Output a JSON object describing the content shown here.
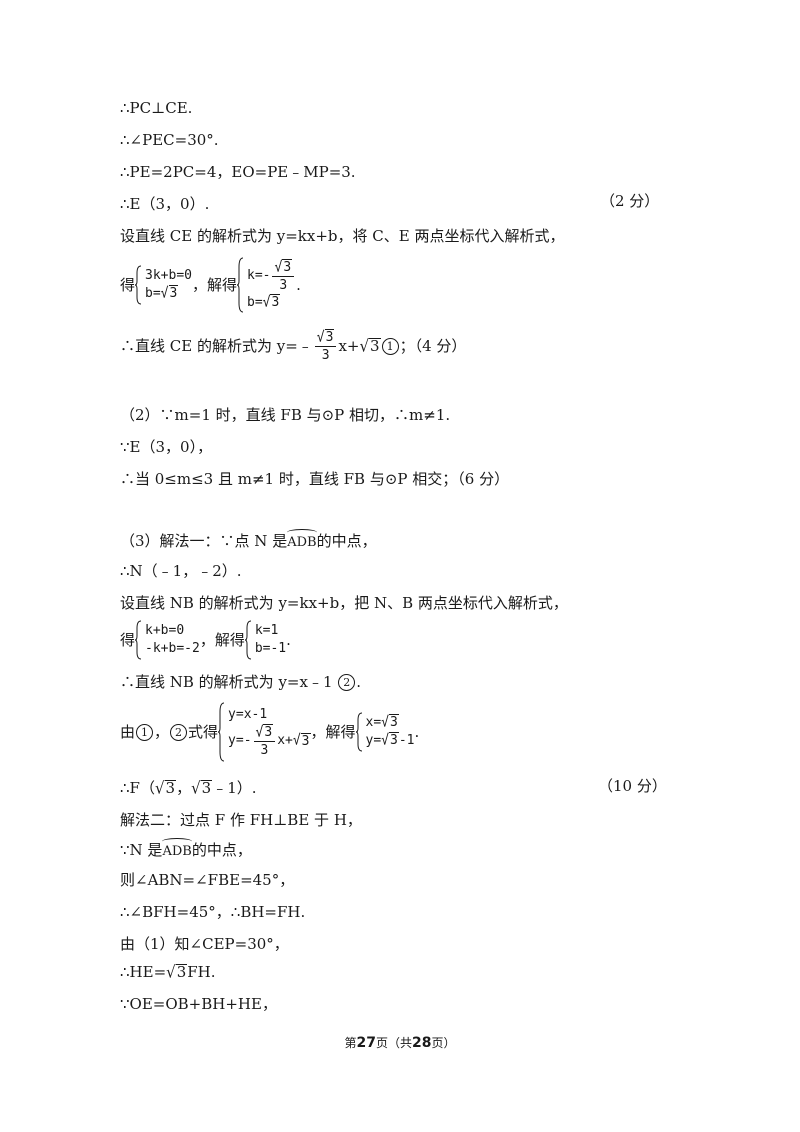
{
  "lines": {
    "l1": "∴PC⊥CE.",
    "l2": "∴∠PEC=30°.",
    "l3": "∴PE=2PC=4，EO=PE﹣MP=3.",
    "l4": "∴E（3，0）.",
    "l4_score": "（2 分）",
    "l5": "设直线 CE 的解析式为 y=kx+b，将 C、E 两点坐标代入解析式，",
    "l6_pre": "得",
    "l6_eq1": "3k+b=0",
    "l6_eq2_pre": "b=",
    "l6_mid": "，解得",
    "l6_k_pre": "k=-",
    "l6_b_pre": "b=",
    "l6_end": ".",
    "l7_pre": "∴直线 CE 的解析式为 y=﹣",
    "l7_mid": "x+",
    "l7_circ": "1",
    "l7_score": "；（4 分）",
    "p2_1": "（2）∵m=1 时，直线 FB 与⊙P 相切，∴m≠1.",
    "p2_2": "∵E（3，0），",
    "p2_3": "∴当 0≤m≤3 且 m≠1 时，直线 FB 与⊙P 相交；（6 分）",
    "p3_1_pre": "（3）解法一：∵点 N 是",
    "p3_1_post": "的中点，",
    "arc_label": "ADB",
    "p3_2": "∴N（﹣1，﹣2）.",
    "p3_3": "设直线 NB 的解析式为 y=kx+b，把 N、B 两点坐标代入解析式，",
    "p3_4_pre": "得",
    "p3_4_eq1": "k+b=0",
    "p3_4_eq2": "-k+b=-2",
    "p3_4_mid": "，解得",
    "p3_4_s1": "k=1",
    "p3_4_s2": "b=-1",
    "p3_4_end": ".",
    "p3_5_pre": "∴直线 NB 的解析式为 y=x﹣1",
    "p3_5_circ": "2",
    "p3_5_end": ".",
    "p3_6_pre": "由",
    "p3_6_c1": "1",
    "p3_6_comma": "，",
    "p3_6_c2": "2",
    "p3_6_mid": "式得",
    "p3_6_eq1": "y=x-1",
    "p3_6_eq2_pre": "y=-",
    "p3_6_eq2_mid": "x+",
    "p3_6_solve": "，解得",
    "p3_6_x_pre": "x=",
    "p3_6_y_pre": "y=",
    "p3_6_y_post": "-1",
    "p3_6_end": ".",
    "p3_7_pre": "∴F（",
    "p3_7_mid": "，",
    "p3_7_post": "﹣1）.",
    "p3_7_score": "（10 分）",
    "m2_1": "解法二：过点 F 作 FH⊥BE 于 H，",
    "m2_2_pre": "∵N 是",
    "m2_2_post": "的中点，",
    "m2_3": "则∠ABN=∠FBE=45°，",
    "m2_4": "∴∠BFH=45°，∴BH=FH.",
    "m2_5": "由（1）知∠CEP=30°，",
    "m2_6_pre": "∴HE=",
    "m2_6_post": "FH.",
    "m2_7": "∵OE=OB+BH+HE，"
  },
  "math": {
    "radicand": "3",
    "den": "3"
  },
  "footer": {
    "pre": "第",
    "page": "27",
    "mid": "页（共",
    "total": "28",
    "post": "页）"
  }
}
